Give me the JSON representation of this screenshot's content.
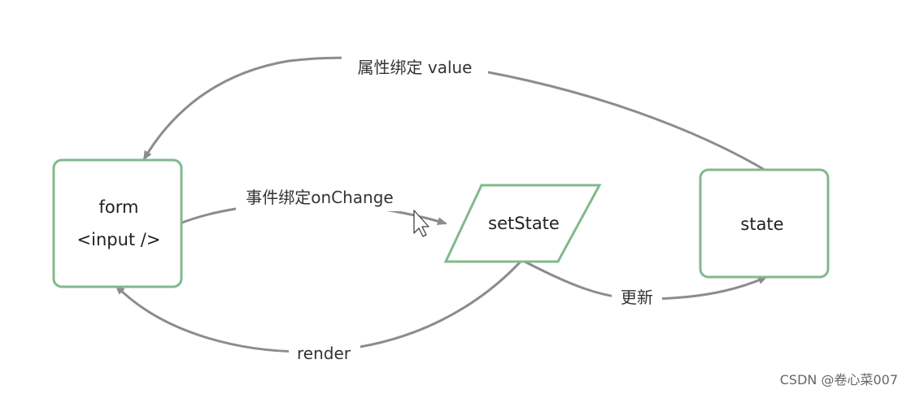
{
  "nodes": {
    "form": {
      "line1": "form",
      "line2": "<input />"
    },
    "setstate": {
      "label": "setState"
    },
    "state": {
      "label": "state"
    }
  },
  "edges": {
    "value_binding": "属性绑定 value",
    "onchange_binding": "事件绑定onChange",
    "update": "更新",
    "render": "render"
  },
  "watermark": "CSDN @卷心菜007",
  "colors": {
    "node_border": "#82b98c",
    "edge": "#8c8c8c",
    "text": "#222222"
  },
  "icons": {
    "cursor": "mouse-pointer-icon"
  }
}
